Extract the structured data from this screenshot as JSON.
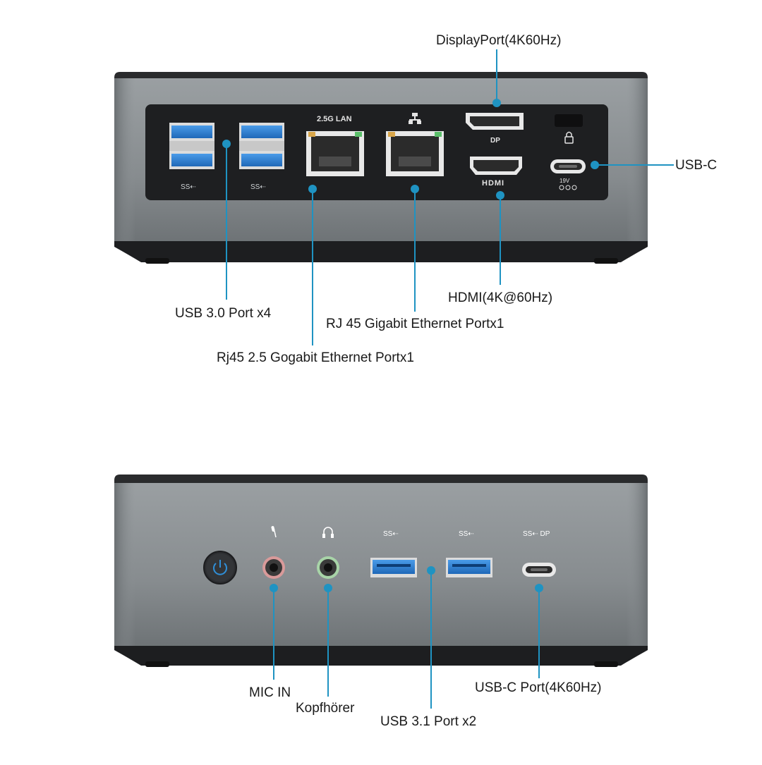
{
  "colors": {
    "accent": "#1f93c2",
    "body_gray": "#8c9194",
    "panel_black": "#1e1f21",
    "usb_blue": "#2f7fd0"
  },
  "rear_panel": {
    "silkscreen": {
      "lan25": "2.5G LAN",
      "dp": "DP",
      "hdmi": "HDMI",
      "power_rating": "19V",
      "ss_logo": "SS⇠"
    },
    "callouts": {
      "displayport": "DisplayPort(4K60Hz)",
      "usbc": "USB-C",
      "hdmi": "HDMI(4K@60Hz)",
      "usb30": "USB 3.0 Port x4",
      "rj45_gigabit": "RJ 45 Gigabit Ethernet Portx1",
      "rj45_25g": "Rj45 2.5 Gogabit Ethernet Portx1"
    }
  },
  "front_panel": {
    "silkscreen": {
      "ss_logo": "SS⇠",
      "ss_dp_logo": "SS⇠ DP"
    },
    "callouts": {
      "mic_in": "MIC IN",
      "headphones": "Kopfhörer",
      "usb31": "USB 3.1 Port x2",
      "usbc_port": "USB-C Port(4K60Hz)"
    }
  }
}
